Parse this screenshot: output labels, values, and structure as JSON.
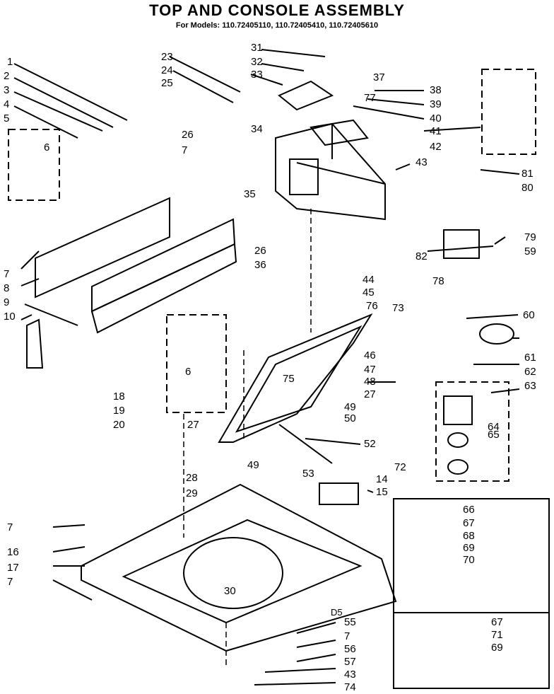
{
  "header": {
    "title": "TOP AND CONSOLE ASSEMBLY",
    "models": "For Models: 110.72405110, 110.72405410, 110.72405610"
  },
  "diagram_code": "D5",
  "labels": [
    "1",
    "2",
    "3",
    "4",
    "5",
    "6",
    "7",
    "8",
    "9",
    "10",
    "18",
    "19",
    "20",
    "23",
    "24",
    "25",
    "26",
    "7",
    "35",
    "31",
    "32",
    "33",
    "34",
    "26",
    "36",
    "77",
    "37",
    "38",
    "39",
    "40",
    "41",
    "42",
    "43",
    "81",
    "80",
    "79",
    "59",
    "82",
    "44",
    "45",
    "76",
    "73",
    "78",
    "60",
    "61",
    "46",
    "47",
    "48",
    "62",
    "63",
    "75",
    "27",
    "49",
    "50",
    "52",
    "53",
    "64",
    "65",
    "72",
    "14",
    "15",
    "27",
    "28",
    "29",
    "49",
    "66",
    "67",
    "68",
    "69",
    "70",
    "7",
    "16",
    "17",
    "7",
    "30",
    "55",
    "7",
    "56",
    "57",
    "43",
    "74",
    "67",
    "71",
    "69",
    "6"
  ]
}
